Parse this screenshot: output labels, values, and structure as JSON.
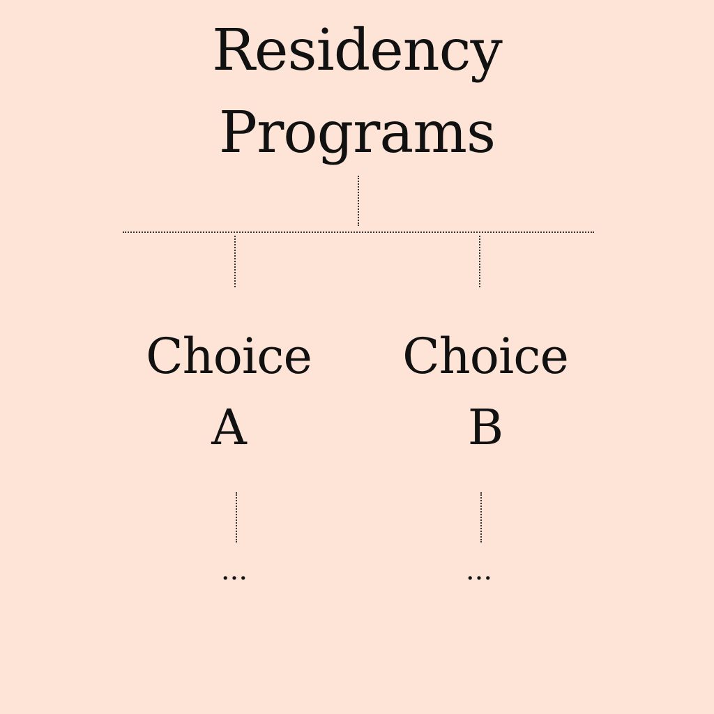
{
  "title": {
    "line1": "Residency",
    "line2": "Programs"
  },
  "choices": [
    {
      "line1": "Choice",
      "line2": "A",
      "continuation": "..."
    },
    {
      "line1": "Choice",
      "line2": "B",
      "continuation": "..."
    }
  ],
  "colors": {
    "background": "#fde4d6",
    "text": "#111111",
    "connector": "#333333"
  }
}
